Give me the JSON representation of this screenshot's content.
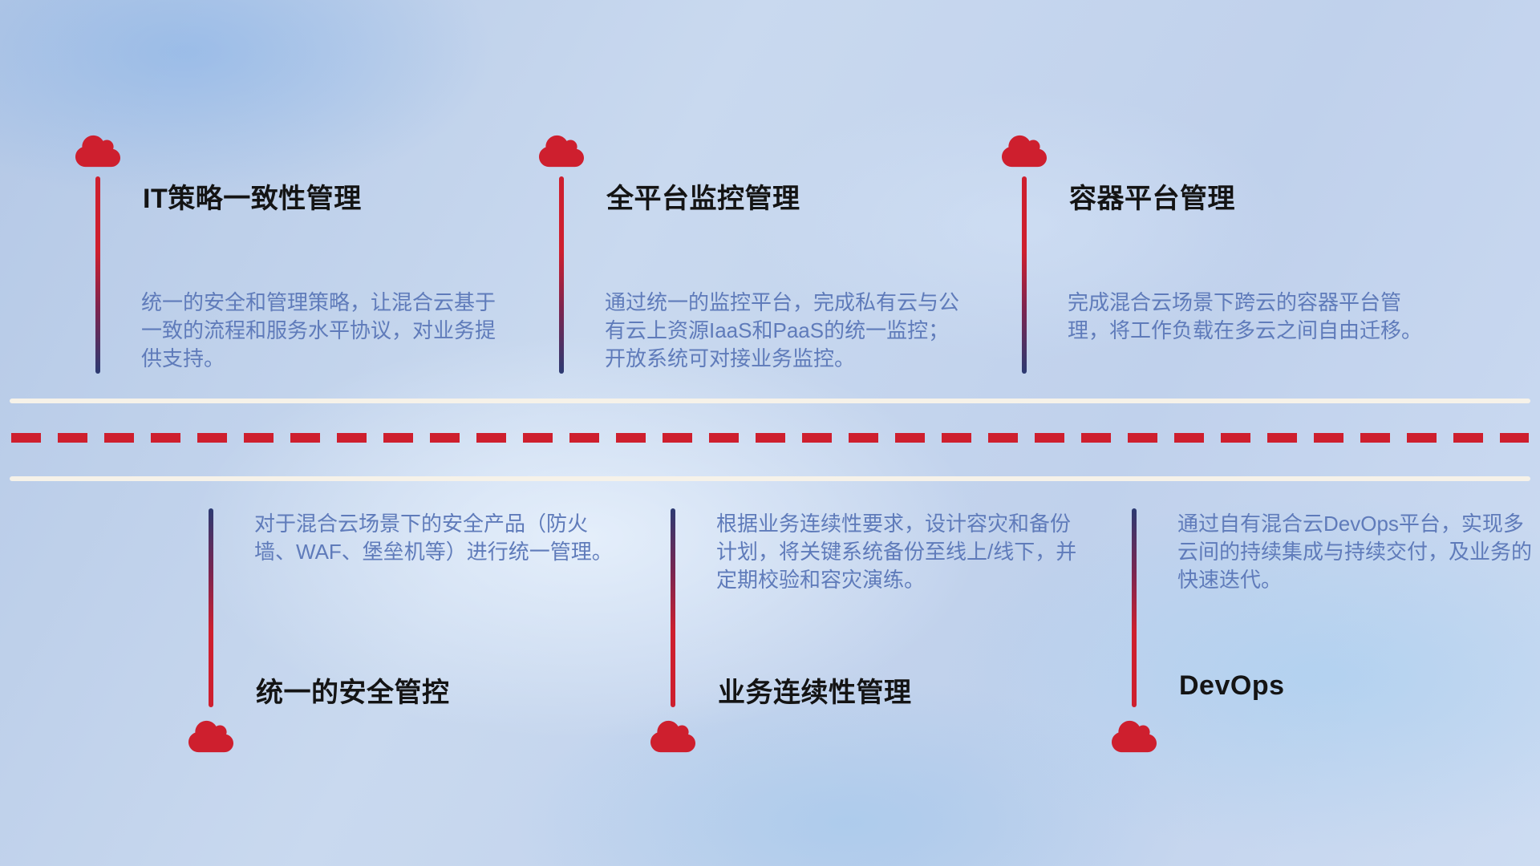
{
  "diagram": {
    "colors": {
      "accent_red": "#ce1f2e",
      "accent_navy": "#2c3a72",
      "title_color": "#141414",
      "desc_color": "#5f7bba",
      "divider_color": "#f6f2e9"
    },
    "top_items": [
      {
        "title": "IT策略一致性管理",
        "description": "统一的安全和管理策略，让混合云基于一致的流程和服务水平协议，对业务提供支持。"
      },
      {
        "title": "全平台监控管理",
        "description": "通过统一的监控平台，完成私有云与公有云上资源IaaS和PaaS的统一监控；开放系统可对接业务监控。"
      },
      {
        "title": "容器平台管理",
        "description": "完成混合云场景下跨云的容器平台管理，将工作负载在多云之间自由迁移。"
      }
    ],
    "bottom_items": [
      {
        "title": "统一的安全管控",
        "description": "对于混合云场景下的安全产品（防火墙、WAF、堡垒机等）进行统一管理。"
      },
      {
        "title": "业务连续性管理",
        "description": "根据业务连续性要求，设计容灾和备份计划，将关键系统备份至线上/线下，并定期校验和容灾演练。"
      },
      {
        "title": "DevOps",
        "description": "通过自有混合云DevOps平台，实现多云间的持续集成与持续交付，及业务的快速迭代。"
      }
    ]
  }
}
